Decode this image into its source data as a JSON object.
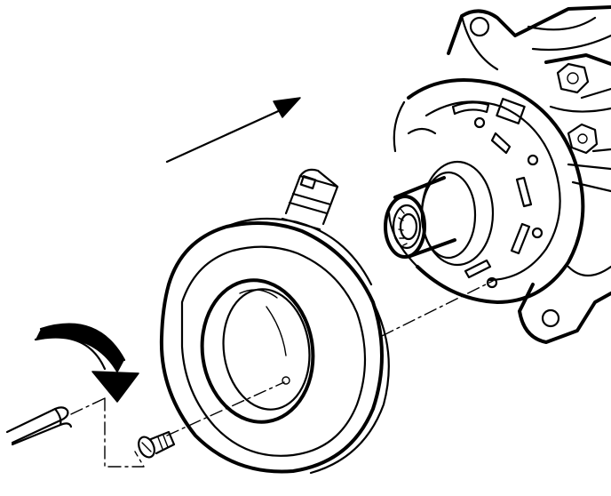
{
  "colors": {
    "ink": "#000000",
    "paper": "#ffffff"
  },
  "parts": [
    {
      "name": "compressor-body"
    },
    {
      "name": "clutch-coil"
    },
    {
      "name": "coil-connector"
    },
    {
      "name": "retaining-screw"
    },
    {
      "name": "pliers-tool"
    }
  ],
  "arrows": [
    {
      "name": "assembly-direction-arrow",
      "shape": "straight"
    },
    {
      "name": "rotation-arrow",
      "shape": "curved"
    }
  ]
}
